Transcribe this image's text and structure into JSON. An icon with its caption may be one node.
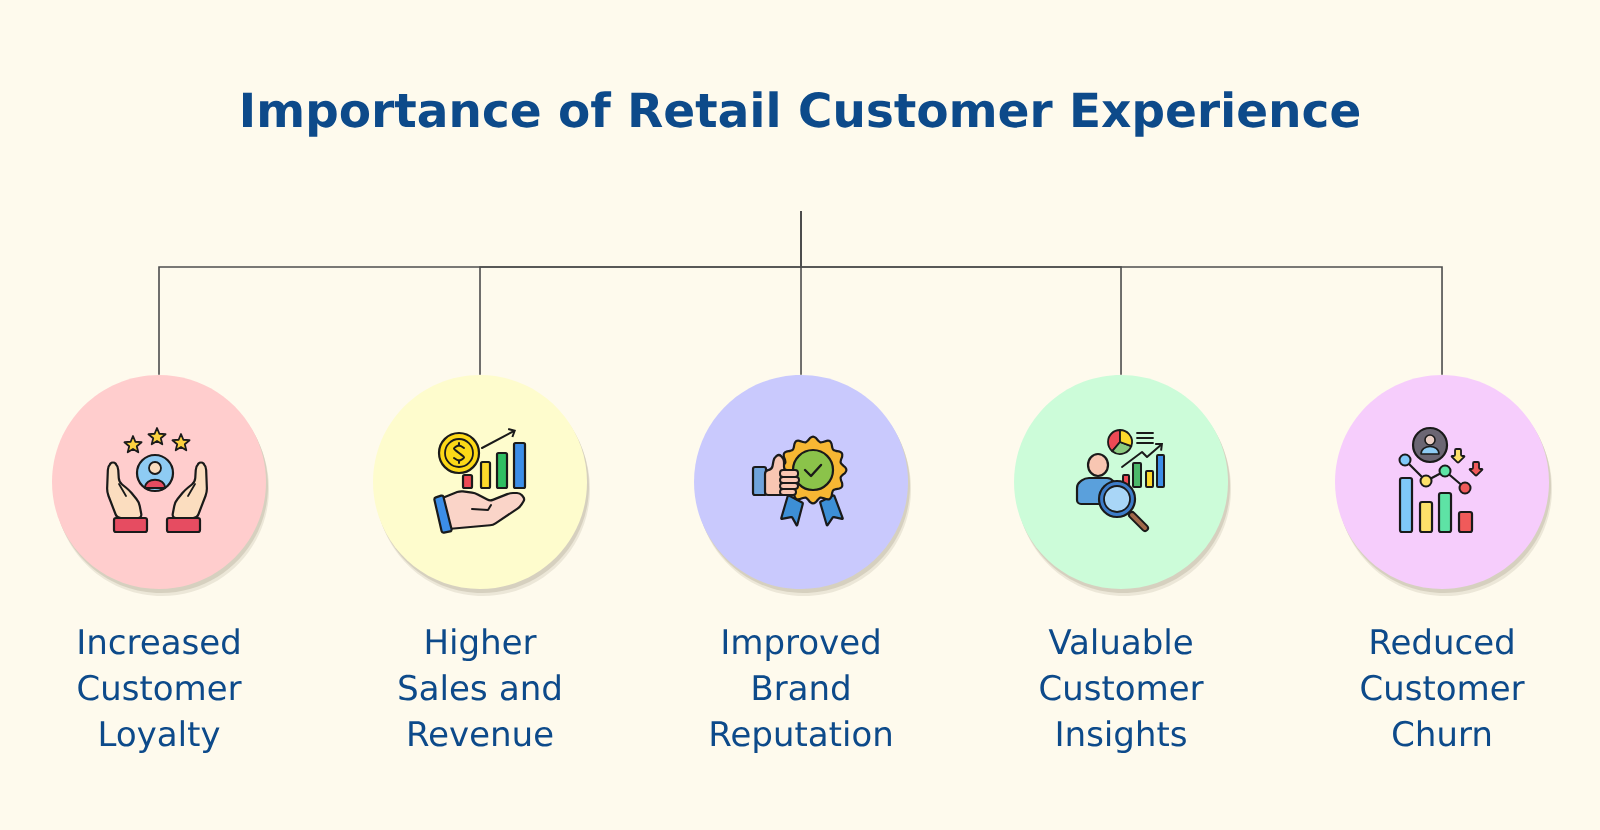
{
  "diagram": {
    "title": "Importance of Retail Customer Experience",
    "nodes": [
      {
        "text": [
          "Increased Customer Loyalty"
        ]
      },
      {
        "text": [
          "Higher Sales and Revenue"
        ]
      },
      {
        "text": [
          "Improved Brand Reputation"
        ]
      },
      {
        "text": [
          "Valuable Customer Insights"
        ]
      },
      {
        "text": [
          "Reduced Customer Churn"
        ]
      }
    ],
    "edges": [
      {
        "from": null,
        "to": 0,
        "arrow": "none"
      },
      {
        "from": null,
        "to": 1,
        "arrow": "none"
      },
      {
        "from": null,
        "to": 2,
        "arrow": "none"
      },
      {
        "from": null,
        "to": 3,
        "arrow": "none"
      },
      {
        "from": null,
        "to": 4,
        "arrow": "none"
      }
    ]
  }
}
